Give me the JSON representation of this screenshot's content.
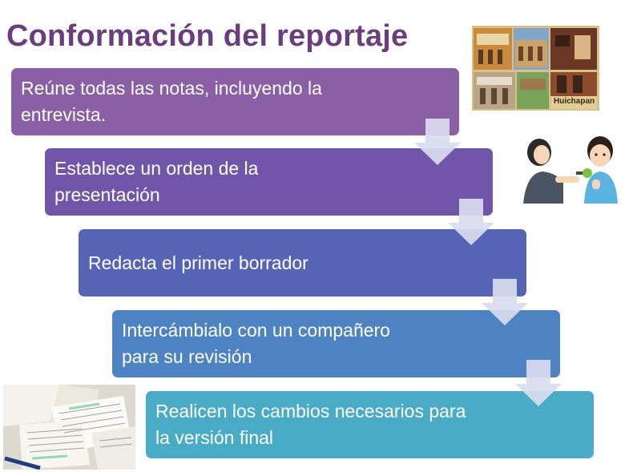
{
  "title": "Conformación del reportaje",
  "steps": [
    {
      "line1": "Reúne todas las notas, incluyendo la",
      "line2": "entrevista."
    },
    {
      "line1": "Establece un orden de la",
      "line2": "presentación"
    },
    {
      "line1": "Redacta el primer borrador",
      "line2": ""
    },
    {
      "line1": "Intercámbialo con un compañero",
      "line2": "para su revisión"
    },
    {
      "line1": "Realicen los cambios necesarios para",
      "line2": "la versión final"
    }
  ],
  "collage_caption": "Huichapan",
  "colors": {
    "title": "#6a3d7e",
    "step1": "#8a5fa5",
    "step2": "#7055a8",
    "step3": "#5564b4",
    "step4": "#4d83c2",
    "step5": "#4aabc6",
    "arrow": "#d9dcef"
  }
}
